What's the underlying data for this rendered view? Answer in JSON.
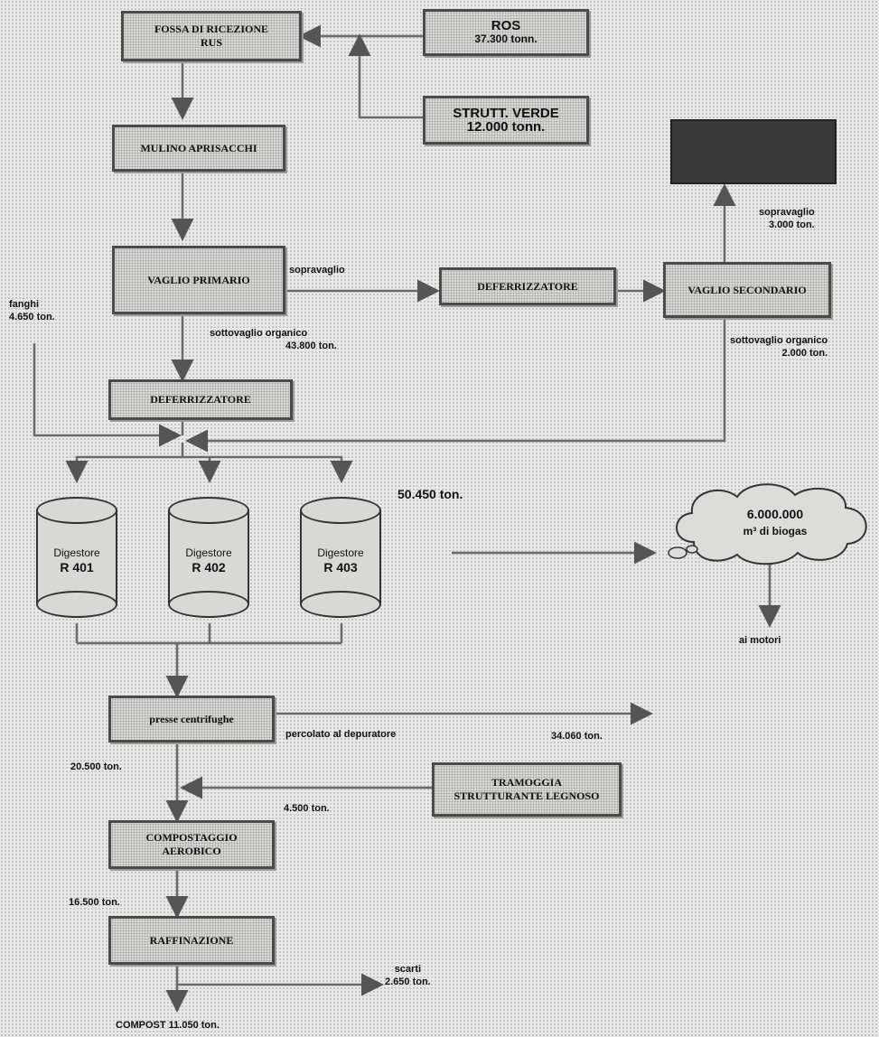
{
  "boxes": {
    "fossa": [
      "FOSSA DI RICEZIONE",
      "RUS"
    ],
    "rsu": [
      "ROS",
      "37.300 tonn."
    ],
    "strutt": [
      "STRUTT. VERDE",
      "12.000 tonn."
    ],
    "mulino": "MULINO APRISACCHI",
    "vaglio_primario": "VAGLIO PRIMARIO",
    "deferr_top": "DEFERRIZZATORE",
    "vaglio_secondario": "VAGLIO SECONDARIO",
    "deferr_left": "DEFERRIZZATORE",
    "presse": "presse centrifughe",
    "tramoggia": [
      "TRAMOGGIA",
      "STRUTTURANTE LEGNOSO"
    ],
    "compostaggio": [
      "COMPOSTAGGIO",
      "AEROBICO"
    ],
    "raffinazione": "RAFFINAZIONE"
  },
  "labels": {
    "sopravaglio_primario": "sopravaglio",
    "sopravaglio_secondario": [
      "sopravaglio",
      "3.000 ton."
    ],
    "fanghi": [
      "fanghi",
      "4.650 ton."
    ],
    "sottovaglio_primario": [
      "sottovaglio organico",
      "43.800 ton."
    ],
    "sottovaglio_secondario": [
      "sottovaglio organico",
      "2.000 ton."
    ],
    "digestori_total": "50.450 ton.",
    "motori": "ai motori",
    "percolato": "percolato al depuratore",
    "percolato_qty": "34.060 ton.",
    "after_presse": "20.500 ton.",
    "strutt_qty": "4.500 ton.",
    "after_compost": "16.500 ton.",
    "scarti": [
      "scarti",
      "2.650 ton."
    ],
    "compost": "COMPOST  11.050 ton."
  },
  "digestori": [
    {
      "name": "Digestore",
      "id": "R 401"
    },
    {
      "name": "Digestore",
      "id": "R 402"
    },
    {
      "name": "Digestore",
      "id": "R 403"
    }
  ],
  "biogas": {
    "qty": "6.000.000",
    "unit": "m³ di biogas"
  }
}
